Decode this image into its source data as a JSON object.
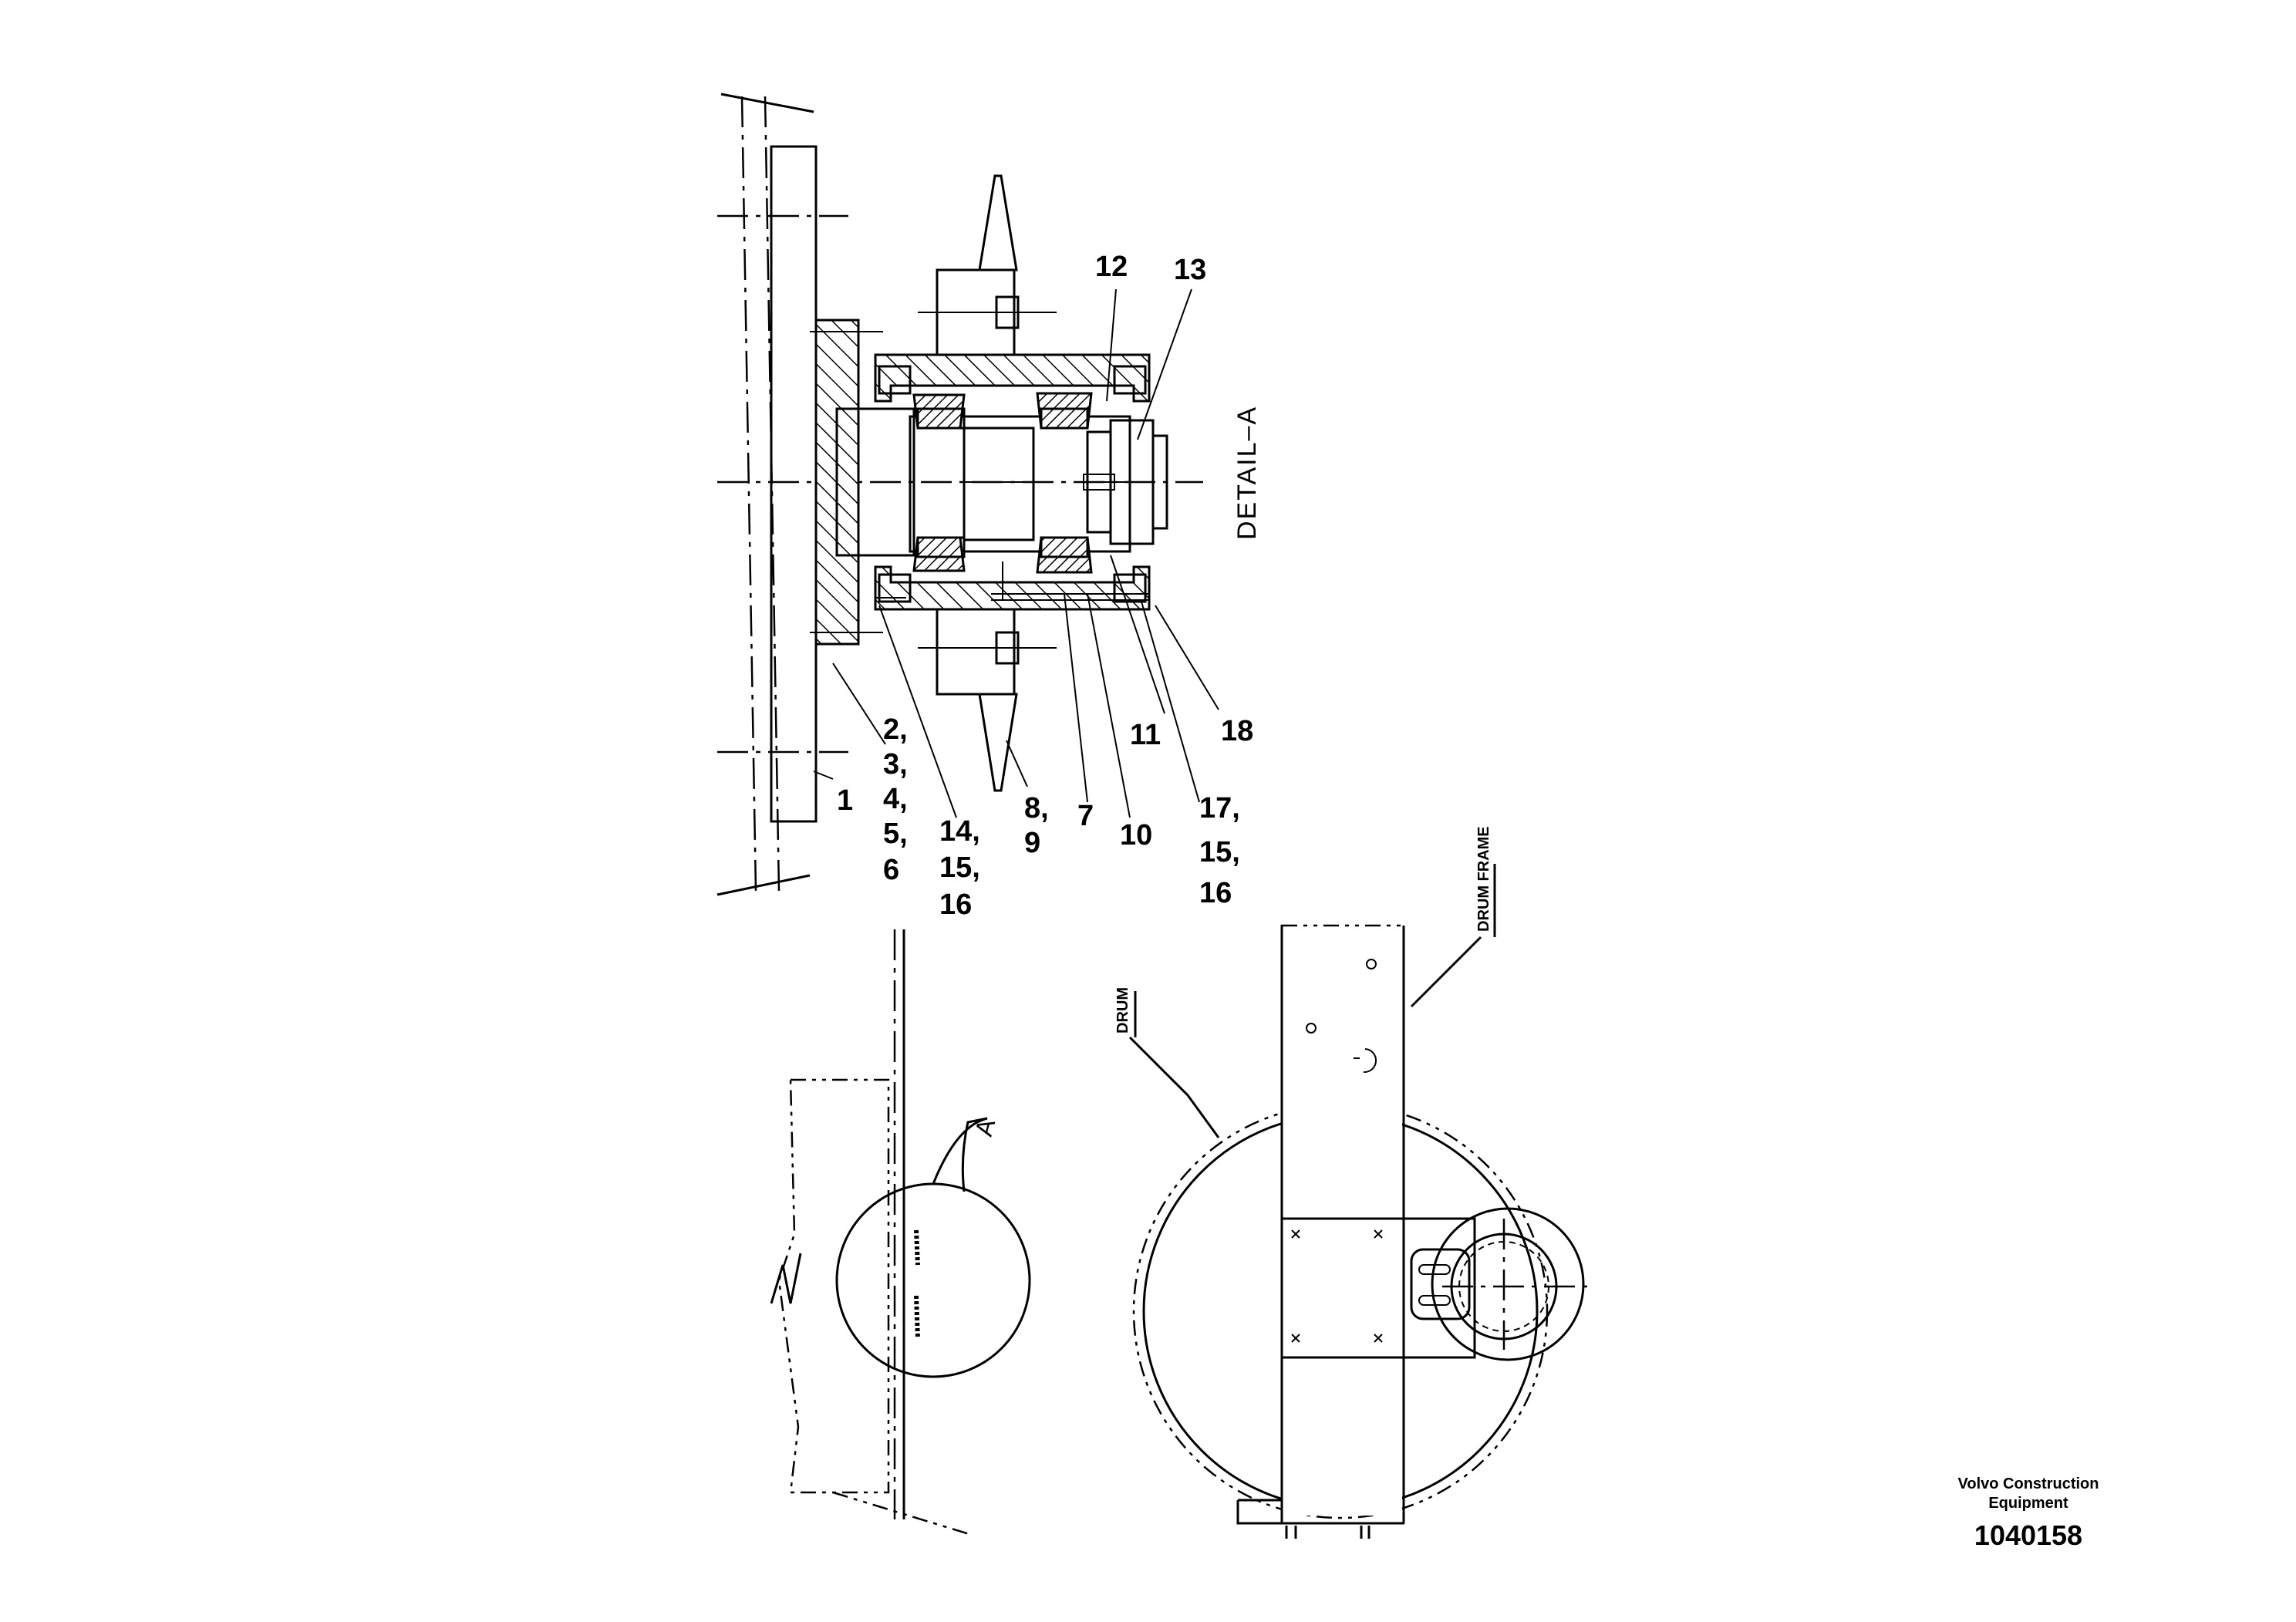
{
  "detail_label": "DETAIL–A",
  "section_marker": "A",
  "annotations": {
    "drum": "DRUM",
    "drum_frame": "DRUM FRAME"
  },
  "callouts": {
    "c12": "12",
    "c13": "13",
    "c1": "1",
    "c2": "2,",
    "c3": "3,",
    "c4": "4,",
    "c5": "5,",
    "c6": "6",
    "c14": "14,",
    "c15a": "15,",
    "c16a": "16",
    "c8": "8,",
    "c9": "9",
    "c7": "7",
    "c10": "10",
    "c11": "11",
    "c18": "18",
    "c17": "17,",
    "c15b": "15,",
    "c16b": "16"
  },
  "footer": {
    "brand_line1": "Volvo Construction",
    "brand_line2": "Equipment",
    "drawing_number": "1040158"
  }
}
